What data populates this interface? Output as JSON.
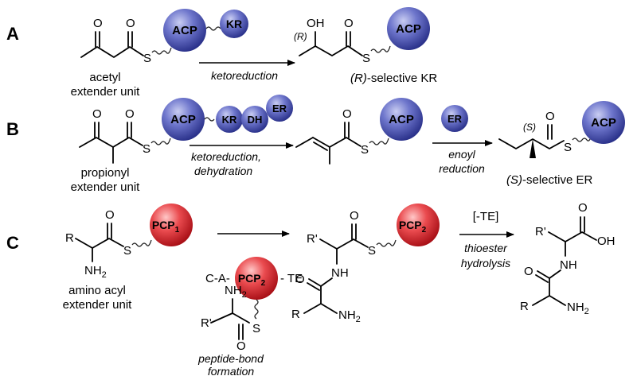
{
  "panels": [
    "A",
    "B",
    "C"
  ],
  "domains": {
    "acp": "ACP",
    "kr": "KR",
    "dh": "DH",
    "er": "ER",
    "pcp": "PCP",
    "pcp_sub_1": "1",
    "pcp_sub_2": "2"
  },
  "atoms": {
    "O": "O",
    "S": "S",
    "OH": "OH",
    "NH": "NH",
    "NH2_main": "NH",
    "NH2_sub": "2",
    "R": "R",
    "R_prime": "R'"
  },
  "stereo": {
    "R": "(R)",
    "S": "(S)"
  },
  "row_a": {
    "substrate_label_line1": "acetyl",
    "substrate_label_line2": "extender unit",
    "arrow_label": "ketoreduction",
    "product_label_prefix": "(R)",
    "product_label_suffix": "-selective KR"
  },
  "row_b": {
    "substrate_label_line1": "propionyl",
    "substrate_label_line2": "extender unit",
    "arrow1_label_line1": "ketoreduction,",
    "arrow1_label_line2": "dehydration",
    "arrow2_label_line1": "enoyl",
    "arrow2_label_line2": "reduction",
    "product_label_prefix": "(S)",
    "product_label_suffix": "-selective ER"
  },
  "row_c": {
    "substrate_label_line1": "amino acyl",
    "substrate_label_line2": "extender unit",
    "module_c": "C-A-",
    "module_te": "TE",
    "arrow1_label_line1": "peptide-bond",
    "arrow1_label_line2": "formation",
    "arrow2_top": "[-TE]",
    "arrow2_label_line1": "thioester",
    "arrow2_label_line2": "hydrolysis"
  },
  "colors": {
    "acp_fill": "#3b45a6",
    "acp_highlight": "#c9cdf2",
    "pcp_fill": "#d21b22",
    "pcp_highlight": "#ffc7c7"
  }
}
